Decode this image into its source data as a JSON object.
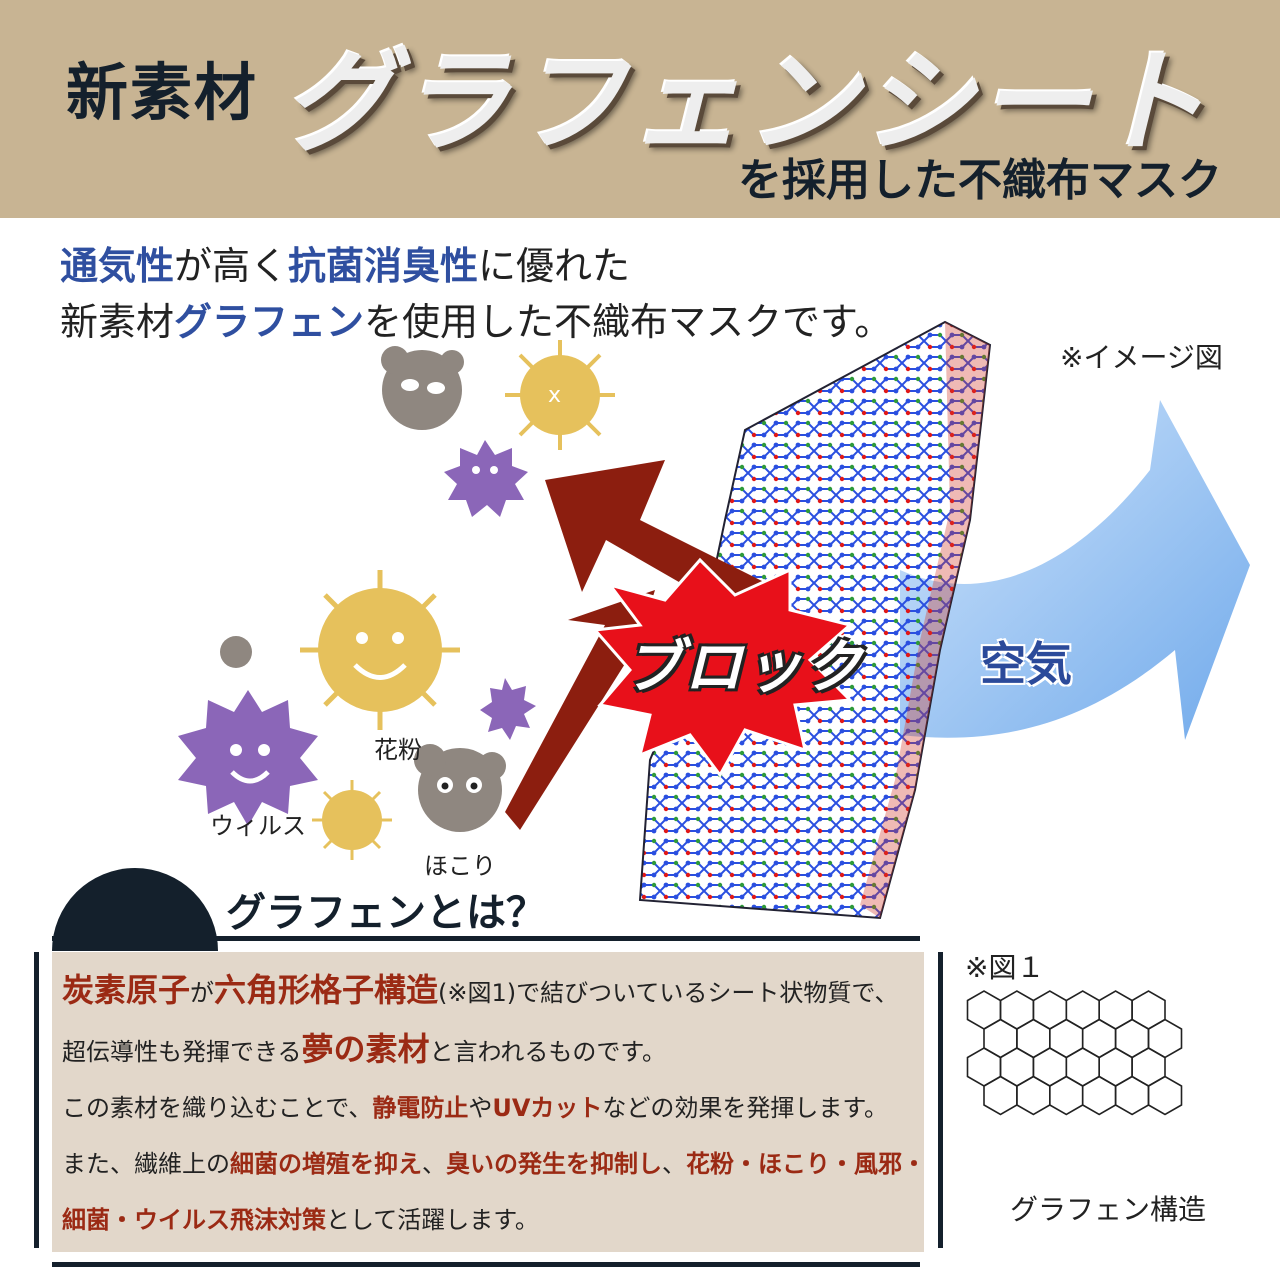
{
  "header": {
    "prefix": "新素材",
    "main_title": "グラフェンシート",
    "subtitle": "を採用した不織布マスク"
  },
  "intro": {
    "line1": [
      {
        "text": "通気性",
        "hl": true
      },
      {
        "text": "が高く",
        "hl": false
      },
      {
        "text": "抗菌消臭性",
        "hl": true
      },
      {
        "text": "に優れた",
        "hl": false
      }
    ],
    "line2": [
      {
        "text": "新素材",
        "hl": false
      },
      {
        "text": "グラフェン",
        "hl": true
      },
      {
        "text": "を使用した不織布マスクです。",
        "hl": false
      }
    ]
  },
  "image_note": "※イメージ図",
  "illustration": {
    "labels": {
      "pollen": "花粉",
      "virus": "ウィルス",
      "dust": "ほこり"
    },
    "block_label": "ブロック",
    "air_label": "空気",
    "colors": {
      "virus": "#8b66b8",
      "pollen": "#e6c15c",
      "dust": "#8f8780",
      "block_arrow": "#8c1e0f",
      "block_burst": "#e8101a",
      "air_arrow": "#7fb4ee",
      "atom_blue": "#2a4fe0",
      "atom_green": "#2f9a3a",
      "atom_red": "#e01818"
    }
  },
  "what_is": {
    "title": "グラフェンとは？",
    "paragraph": [
      [
        {
          "text": "炭素原子",
          "red": true,
          "big": true
        },
        {
          "text": "が",
          "red": false,
          "big": false
        },
        {
          "text": "六角形格子構造",
          "red": true,
          "big": true
        },
        {
          "text": "(※図1)で結びついているシート状物質で、",
          "red": false,
          "big": false
        }
      ],
      [
        {
          "text": "超伝導性も発揮できる",
          "red": false,
          "big": false
        },
        {
          "text": "夢の素材",
          "red": true,
          "big": true
        },
        {
          "text": "と言われるものです。",
          "red": false,
          "big": false
        }
      ],
      [
        {
          "text": "この素材を織り込むことで、",
          "red": false,
          "big": false
        },
        {
          "text": "静電防止",
          "red": true,
          "big": false
        },
        {
          "text": "や",
          "red": false,
          "big": false
        },
        {
          "text": "UVカット",
          "red": true,
          "big": false
        },
        {
          "text": "などの効果を発揮します。",
          "red": false,
          "big": false
        }
      ],
      [
        {
          "text": "また、繊維上の",
          "red": false,
          "big": false
        },
        {
          "text": "細菌の増殖を抑え",
          "red": true,
          "big": false
        },
        {
          "text": "、",
          "red": false,
          "big": false
        },
        {
          "text": "臭いの発生を抑制し",
          "red": true,
          "big": false
        },
        {
          "text": "、",
          "red": false,
          "big": false
        },
        {
          "text": "花粉・ほこり・風邪・",
          "red": true,
          "big": false
        }
      ],
      [
        {
          "text": "細菌・ウイルス飛沫対策",
          "red": true,
          "big": false
        },
        {
          "text": "として活躍します。",
          "red": false,
          "big": false
        }
      ]
    ]
  },
  "figure": {
    "note": "※図１",
    "caption": "グラフェン構造"
  }
}
